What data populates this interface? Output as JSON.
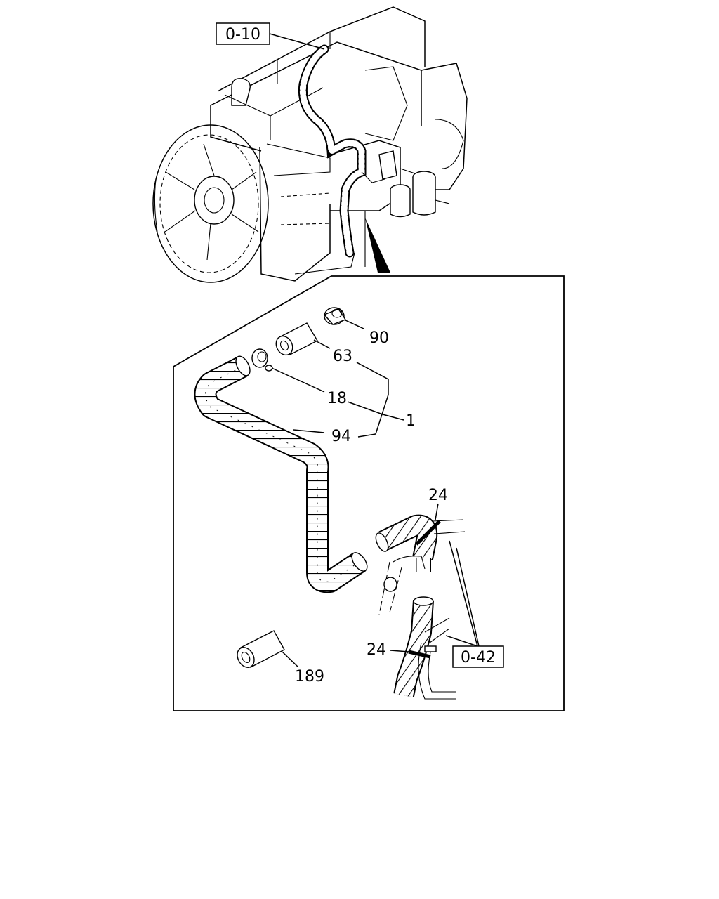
{
  "references": {
    "top": "0-10",
    "bottom": "0-42"
  },
  "callouts": {
    "c90": "90",
    "c63": "63",
    "c18": "18",
    "c1": "1",
    "c94": "94",
    "c24_top": "24",
    "c24_bottom": "24",
    "c189": "189"
  }
}
